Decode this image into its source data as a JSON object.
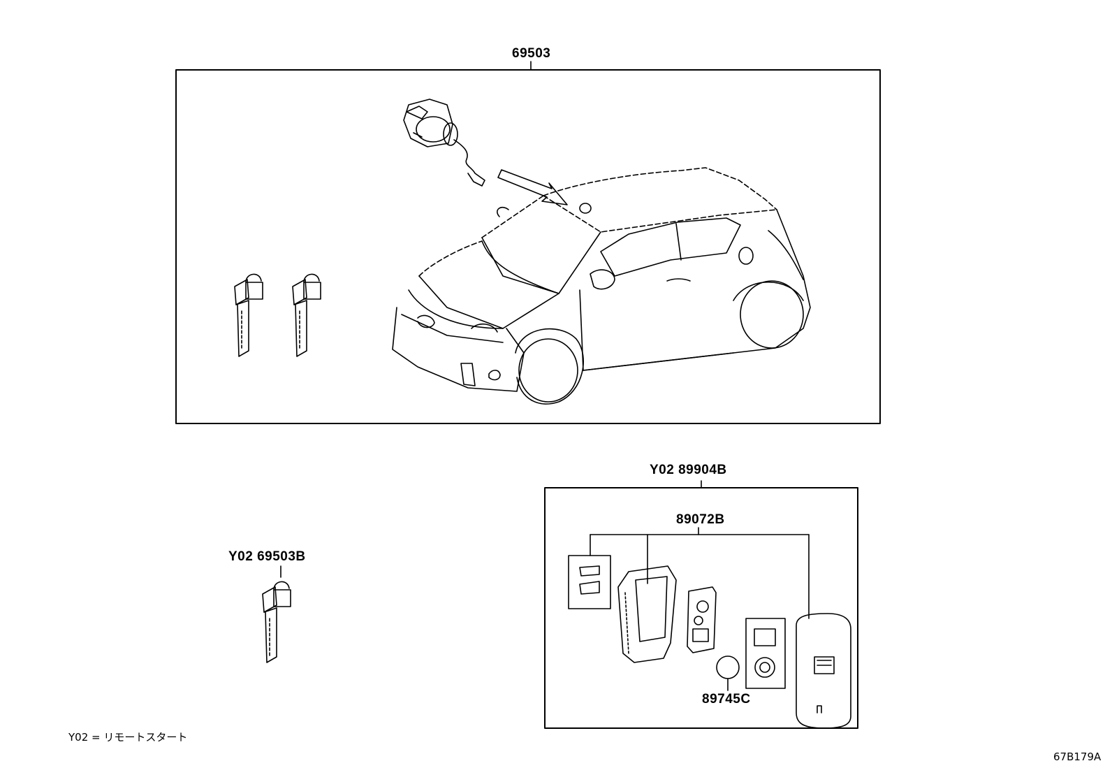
{
  "callouts": {
    "kit_top": "69503",
    "remote_kit": "Y02  89904B",
    "transmitter": "89072B",
    "battery": "89745C",
    "spare_key": "Y02  69503B"
  },
  "legend": {
    "code_note": "Y02 = リモートスタート"
  },
  "figure_id": "67B179A",
  "colors": {
    "line": "#000000",
    "background": "#ffffff"
  }
}
